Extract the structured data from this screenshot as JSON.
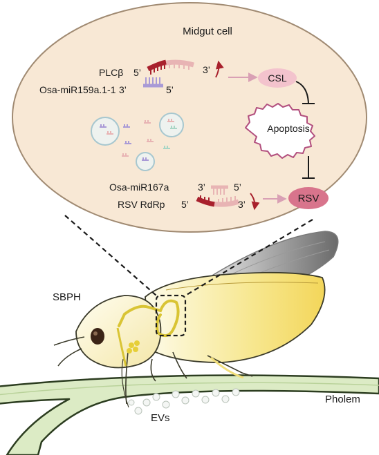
{
  "cell": {
    "title": "Midgut cell"
  },
  "upper_pathway": {
    "target_label": "PLCβ",
    "target_five": "5’",
    "target_three": "3’",
    "mirna_label": "Osa-miR159a.1-1",
    "mirna_three": "3’",
    "mirna_five": "5’",
    "effector": "CSL",
    "outcome": "Apoptosis"
  },
  "lower_pathway": {
    "mirna_label": "Osa-miR167a",
    "mirna_three": "3’",
    "mirna_five": "5’",
    "target_label": "RSV RdRp",
    "target_five": "5’",
    "target_three": "3’",
    "virus": "RSV"
  },
  "insect": {
    "label": "SBPH"
  },
  "plant": {
    "vesicles_label": "EVs",
    "tissue_label": "Pholem"
  },
  "colors": {
    "cell_fill": "#f8e8d5",
    "cell_stroke": "#a08a72",
    "mirna_red": "#a8202c",
    "mirna_pink": "#e8b4b4",
    "mirna_purple": "#a99ad6",
    "arrow_pink": "#d9a0b4",
    "apoptosis_stroke": "#b24f7e",
    "virus_fill": "#d8748c",
    "stem_fill": "#dcebc5",
    "stem_stroke": "#2c3d20",
    "body_yellow": "#f6e27a"
  }
}
